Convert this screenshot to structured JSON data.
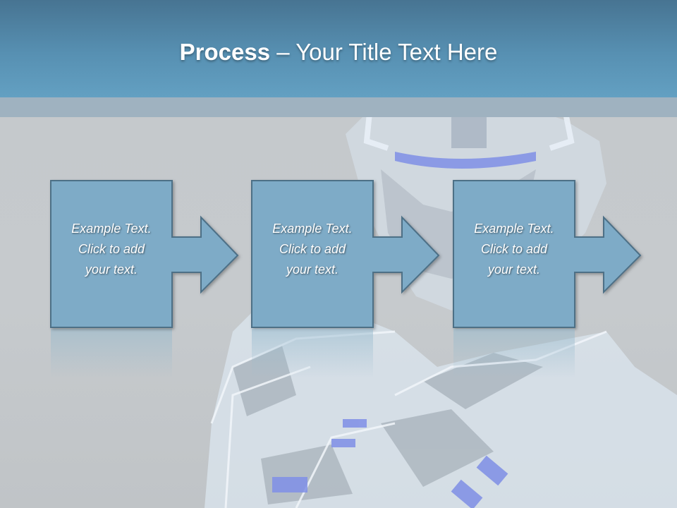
{
  "slide": {
    "title_bold": "Process",
    "title_rest": " – Your Title Text Here"
  },
  "steps": [
    {
      "text": "Example Text.\nClick  to add\nyour text."
    },
    {
      "text": "Example Text.\nClick  to add\nyour text."
    },
    {
      "text": "Example Text.\nClick  to add\nyour text."
    }
  ],
  "colors": {
    "header": "#5790b2",
    "box_fill": "#7eabc7",
    "box_stroke": "#4d6f86"
  }
}
